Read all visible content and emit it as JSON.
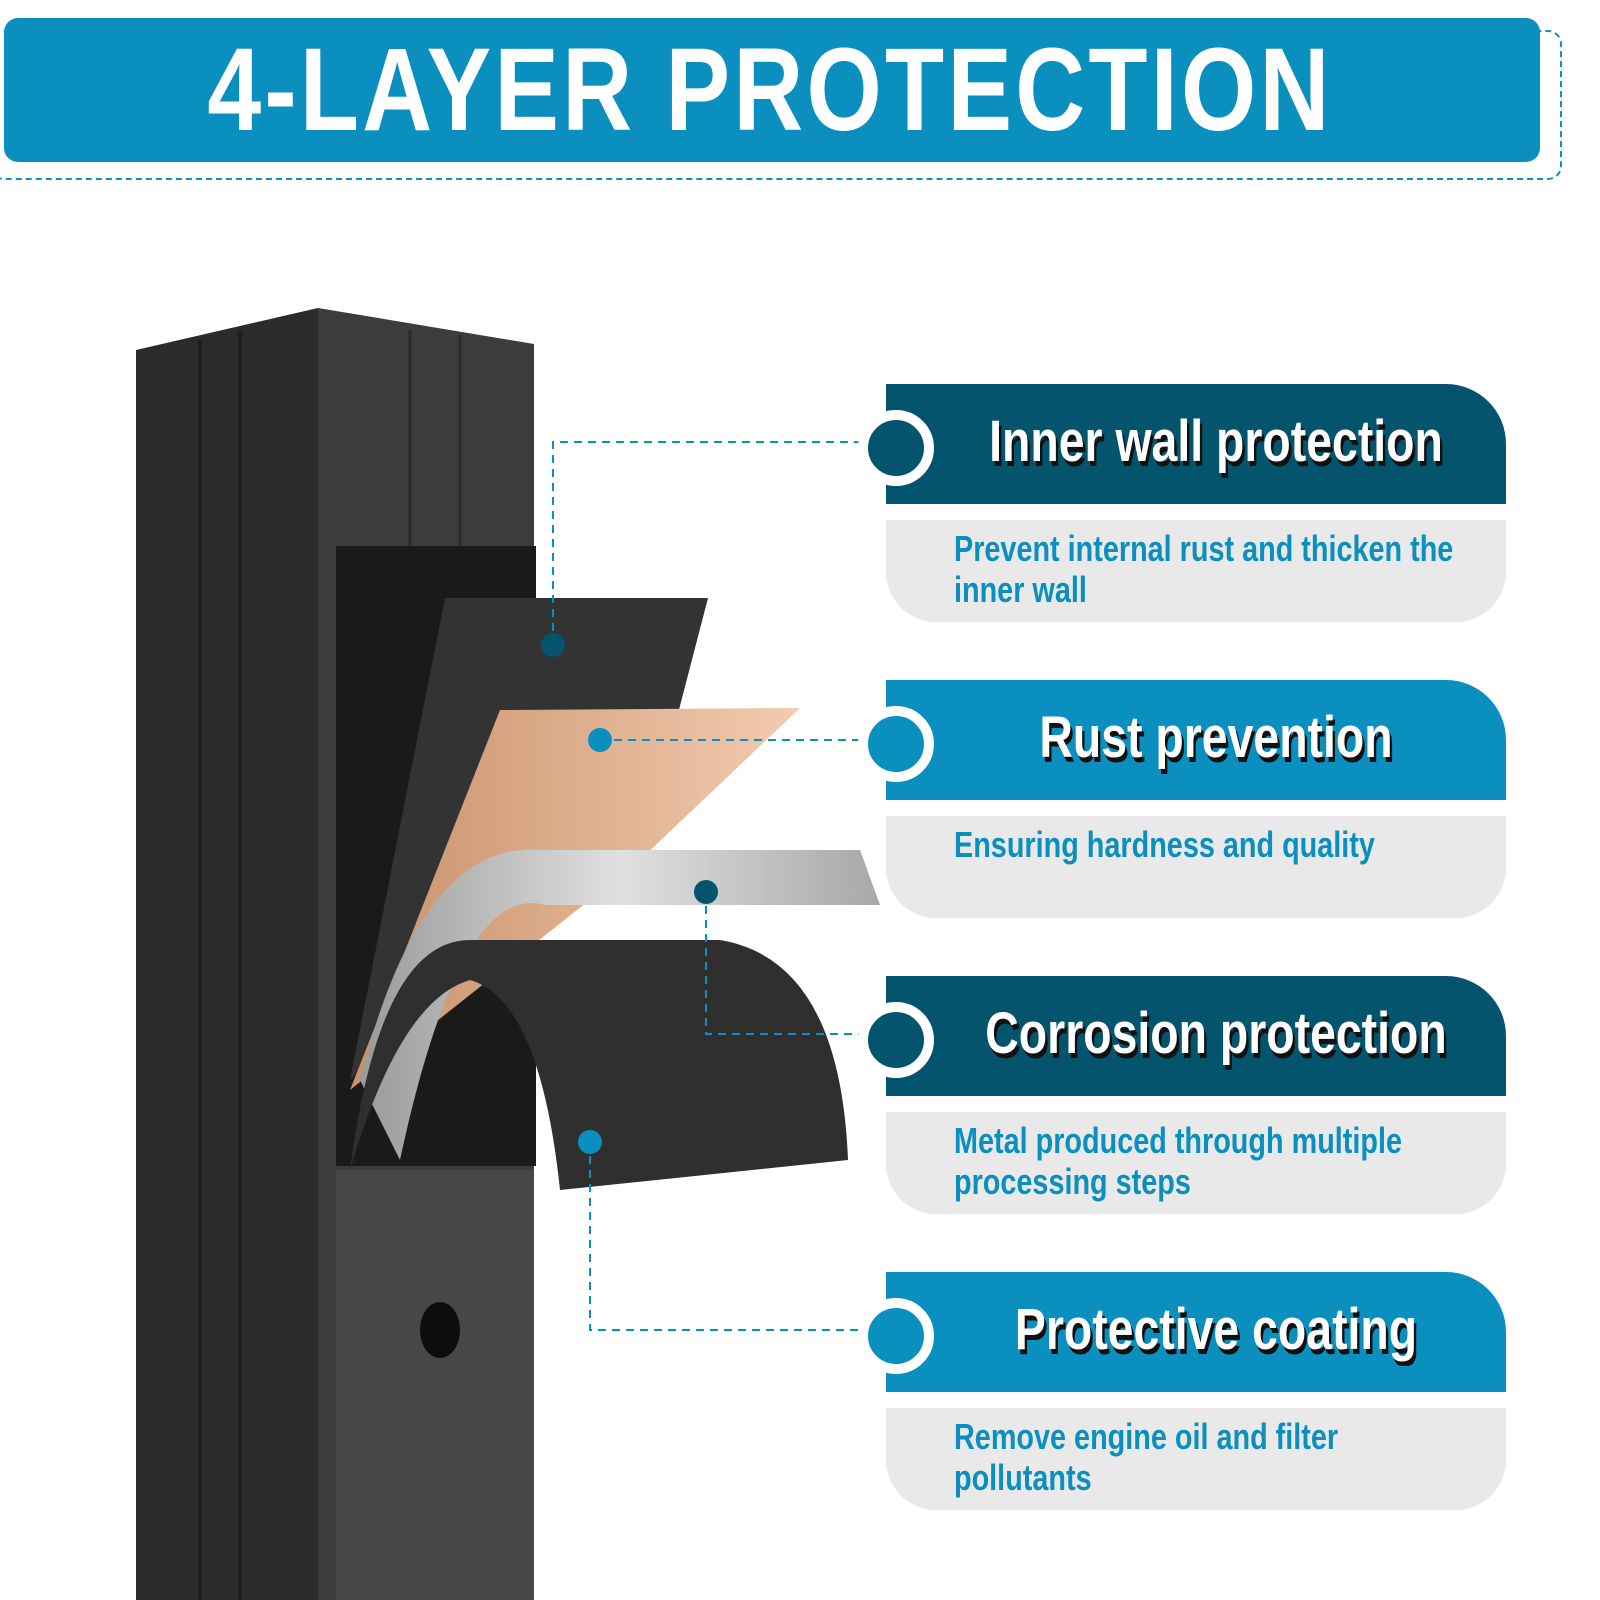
{
  "title": "4-LAYER PROTECTION",
  "colors": {
    "dark": "#04546e",
    "light": "#0b8fbf",
    "grey": "#e9e9e9"
  },
  "layers": [
    {
      "title": "Inner wall protection",
      "desc": "Prevent internal rust and thicken the inner wall"
    },
    {
      "title": "Rust prevention",
      "desc": "Ensuring hardness and quality"
    },
    {
      "title": "Corrosion protection",
      "desc": "Metal produced through multiple processing steps"
    },
    {
      "title": "Protective coating",
      "desc": "Remove engine oil and filter pollutants"
    }
  ]
}
